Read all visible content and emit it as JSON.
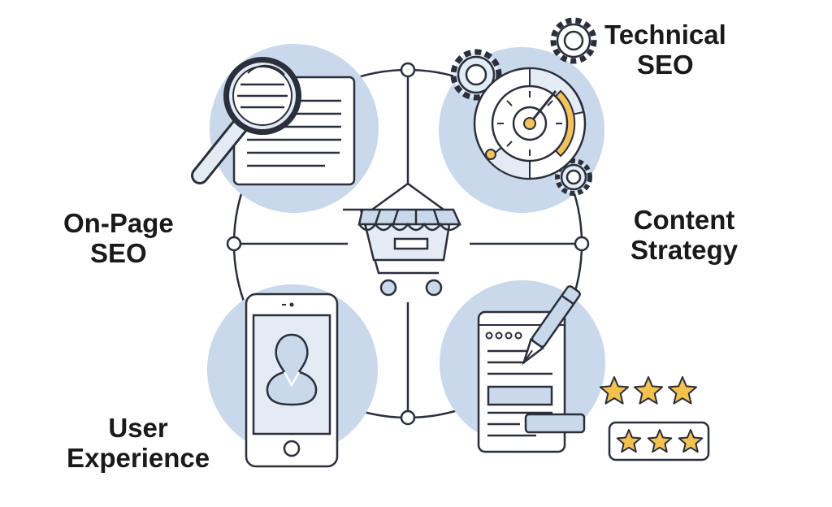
{
  "labels": {
    "technical_seo": [
      "Technical",
      "SEO"
    ],
    "on_page_seo": [
      "On-Page",
      "SEO"
    ],
    "content_strategy": [
      "Content",
      "Strategy"
    ],
    "user_experience": [
      "User",
      "Experience"
    ]
  },
  "colors": {
    "ink": "#2b2e3b",
    "blob": "#c9d8ea",
    "light_fill": "#e3ebf5",
    "accent_gold": "#f2c35b",
    "star": "#f3c24e",
    "background": "#ffffff"
  },
  "icons": [
    "magnifying-glass-icon",
    "document-icon",
    "gear-icon",
    "speedometer-icon",
    "shopping-cart-icon",
    "smartphone-icon",
    "user-silhouette-icon",
    "tablet-icon",
    "pen-icon",
    "star-icon"
  ],
  "ratings": {
    "loose_stars": 3,
    "boxed_stars": 3
  }
}
